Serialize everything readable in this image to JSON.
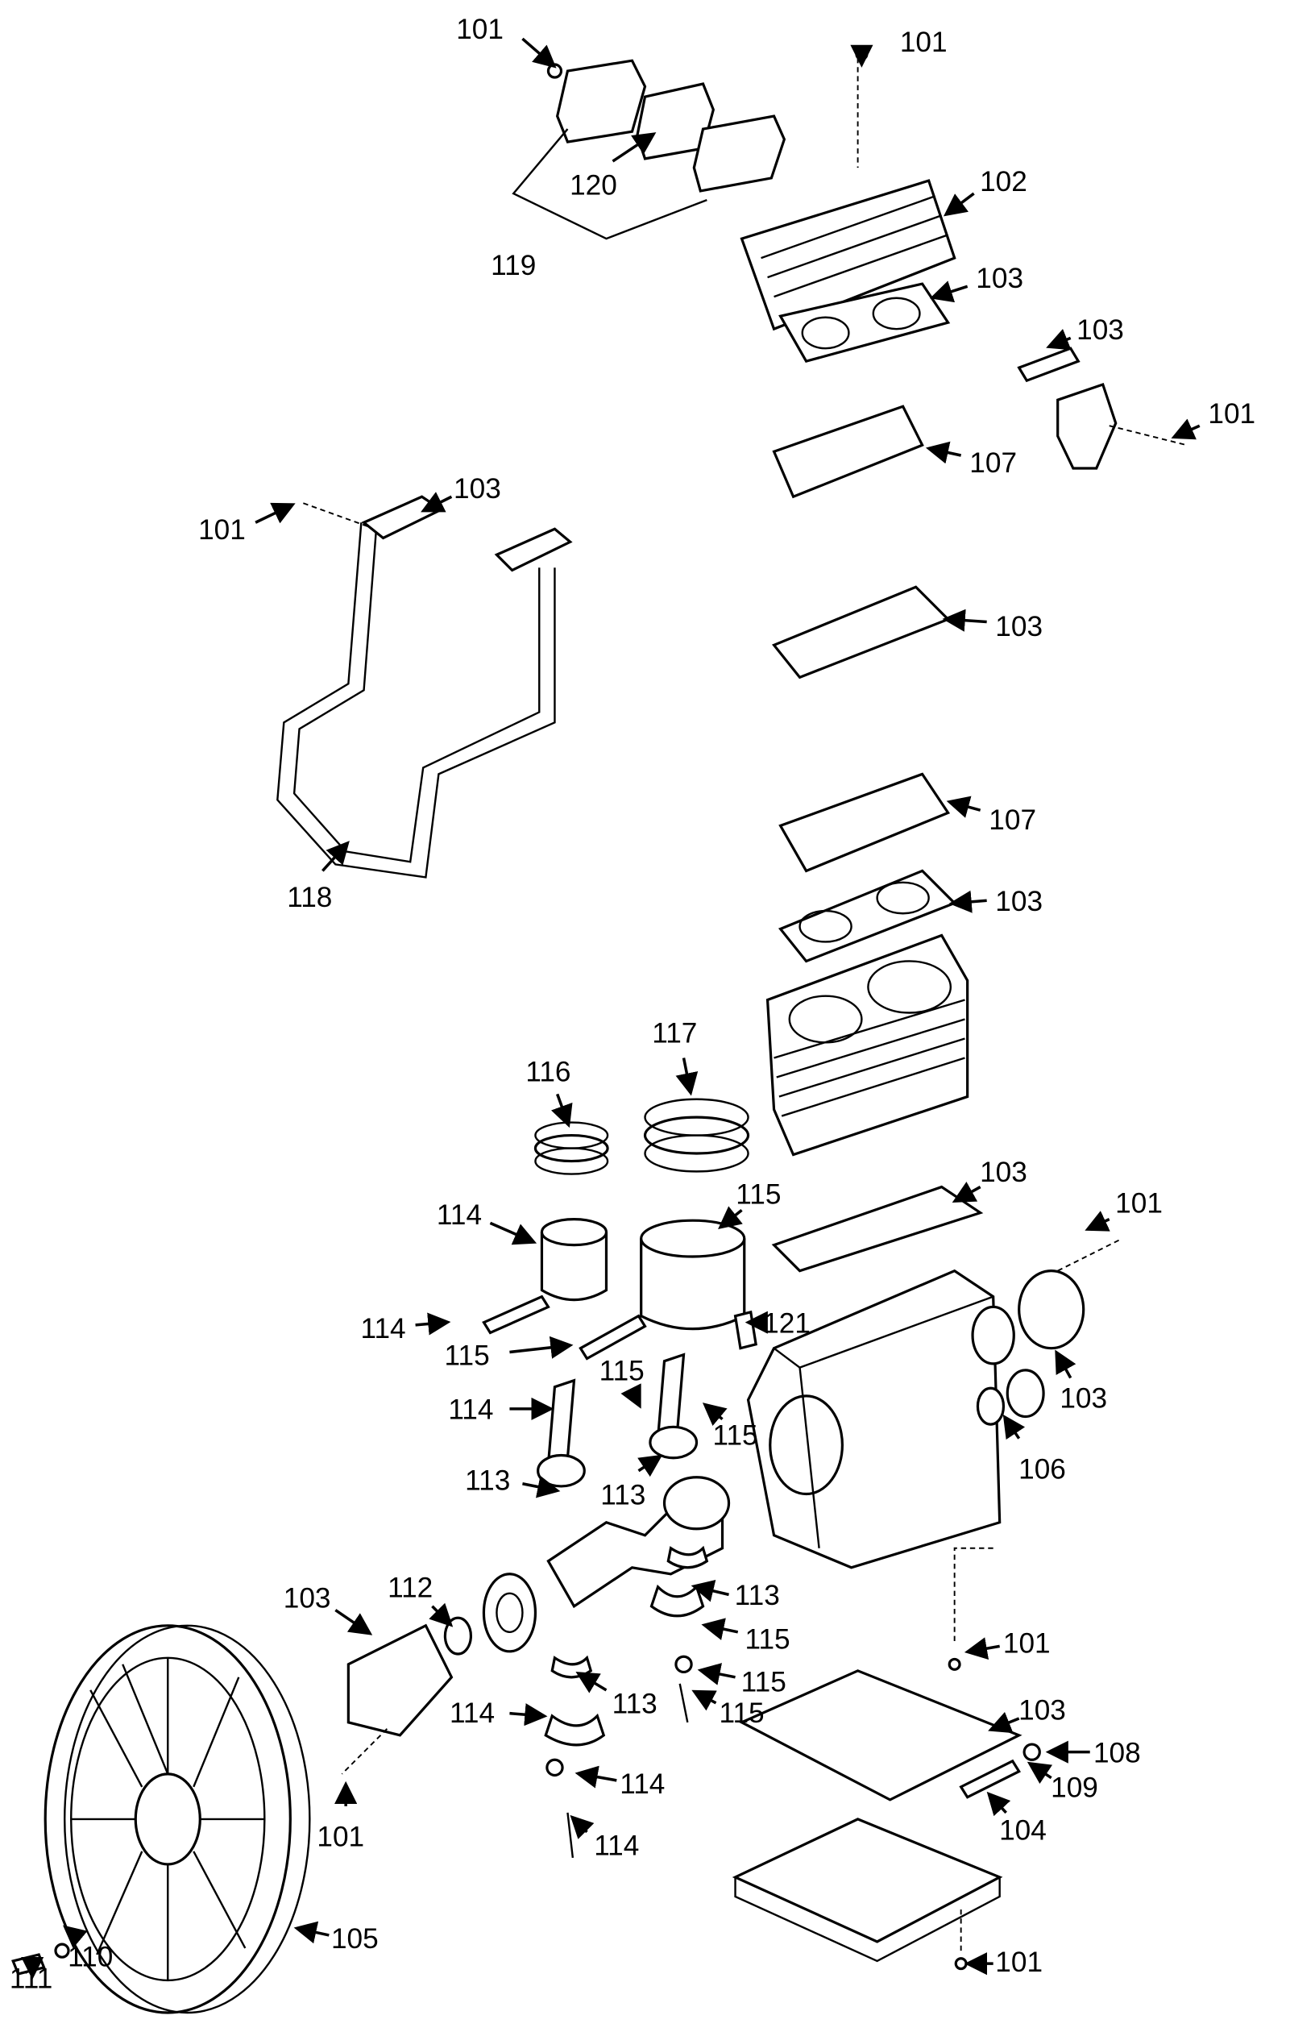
{
  "diagram": {
    "type": "exploded parts diagram",
    "callouts": [
      "101",
      "101",
      "102",
      "103",
      "103",
      "101",
      "107",
      "119",
      "120",
      "103",
      "101",
      "103",
      "107",
      "103",
      "118",
      "116",
      "117",
      "103",
      "101",
      "114",
      "115",
      "114",
      "115",
      "121",
      "115",
      "114",
      "115",
      "103",
      "106",
      "113",
      "113",
      "113",
      "103",
      "112",
      "115",
      "101",
      "115",
      "113",
      "114",
      "115",
      "103",
      "108",
      "109",
      "114",
      "104",
      "101",
      "114",
      "105",
      "111",
      "110",
      "101"
    ]
  }
}
